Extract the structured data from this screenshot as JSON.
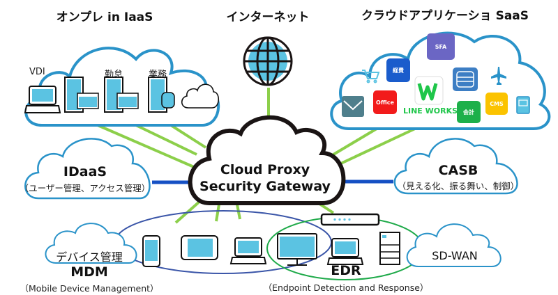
{
  "sections": {
    "onprem": {
      "title": "オンプレ in IaaS",
      "items": [
        "VDI",
        "勤怠",
        "業務"
      ]
    },
    "internet": {
      "title": "インターネット"
    },
    "saas": {
      "title": "クラウドアプリケーショ SaaS",
      "apps": [
        {
          "label": "SFA",
          "color": "#6b66c4"
        },
        {
          "label": "経費",
          "color": "#1a5ccc"
        },
        {
          "label": "Office",
          "color": "#f21b1b"
        },
        {
          "label": "会計",
          "color": "#1db04a"
        },
        {
          "label": "CMS",
          "color": "#fbc300"
        }
      ],
      "line_works": "LINE WORKS"
    },
    "gateway": {
      "line1": "Cloud Proxy",
      "line2": "Security Gateway"
    },
    "idaas": {
      "title": "IDaaS",
      "subtitle": "（ユーザー管理、アクセス管理）"
    },
    "casb": {
      "title": "CASB",
      "subtitle": "（見える化、振る舞い、制御）"
    },
    "mdm": {
      "cloud_label": "デバイス管理",
      "title": "MDM",
      "subtitle": "（Mobile Device Management）"
    },
    "edr": {
      "title": "EDR",
      "subtitle": "（Endpoint Detection and Response）"
    },
    "sdwan": {
      "label": "SD-WAN"
    }
  },
  "colors": {
    "cloud_outline": "#2a93c9",
    "connector_green": "#8ccf4a",
    "connector_blue": "#1550c4",
    "device_fill": "#5bc3e2",
    "mdm_ellipse": "#3a55a8",
    "edr_ellipse": "#1faa4a",
    "gateway_outline": "#1a1414"
  }
}
